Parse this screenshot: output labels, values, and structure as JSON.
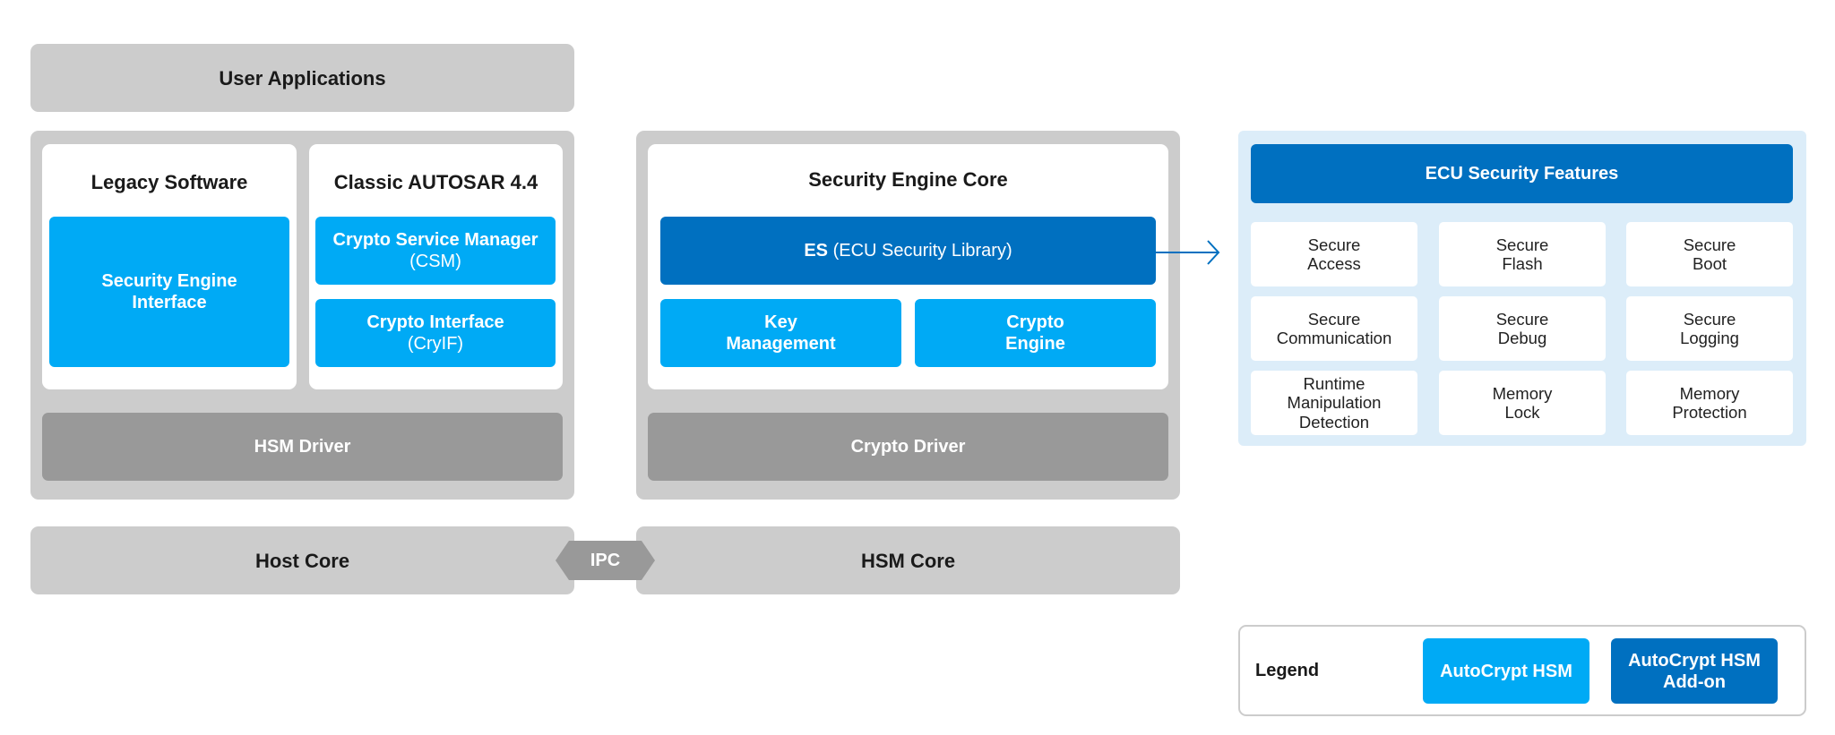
{
  "user_applications": "User Applications",
  "host": {
    "legacy_title": "Legacy Software",
    "security_engine_interface": [
      "Security Engine",
      "Interface"
    ],
    "classic_title": "Classic AUTOSAR 4.4",
    "csm": [
      "Crypto Service Manager",
      "(CSM)"
    ],
    "cryif": [
      "Crypto Interface",
      "(CryIF)"
    ],
    "hsm_driver": "HSM Driver",
    "core": "Host Core"
  },
  "ipc": "IPC",
  "hsm": {
    "engine_core_title": "Security Engine Core",
    "es_bold": "ES",
    "es_rest": " (ECU Security Library)",
    "key_management": [
      "Key",
      "Management"
    ],
    "crypto_engine": [
      "Crypto",
      "Engine"
    ],
    "crypto_driver": "Crypto Driver",
    "core": "HSM Core"
  },
  "ecu": {
    "title": "ECU Security Features",
    "features": [
      [
        "Secure",
        "Access"
      ],
      [
        "Secure",
        "Flash"
      ],
      [
        "Secure",
        "Boot"
      ],
      [
        "Secure",
        "Communication"
      ],
      [
        "Secure",
        "Debug"
      ],
      [
        "Secure",
        "Logging"
      ],
      [
        "Runtime",
        "Manipulation",
        "Detection"
      ],
      [
        "Memory",
        "Lock"
      ],
      [
        "Memory",
        "Protection"
      ]
    ]
  },
  "legend": {
    "label": "Legend",
    "autocrypt_hsm": "AutoCrypt HSM",
    "autocrypt_addon": [
      "AutoCrypt HSM",
      "Add-on"
    ]
  },
  "colors": {
    "gray_light": "#cccccc",
    "gray_dark": "#999999",
    "cyan": "#00aaf5",
    "blue": "#0070c0",
    "light_blue_panel": "#dcedf9"
  }
}
